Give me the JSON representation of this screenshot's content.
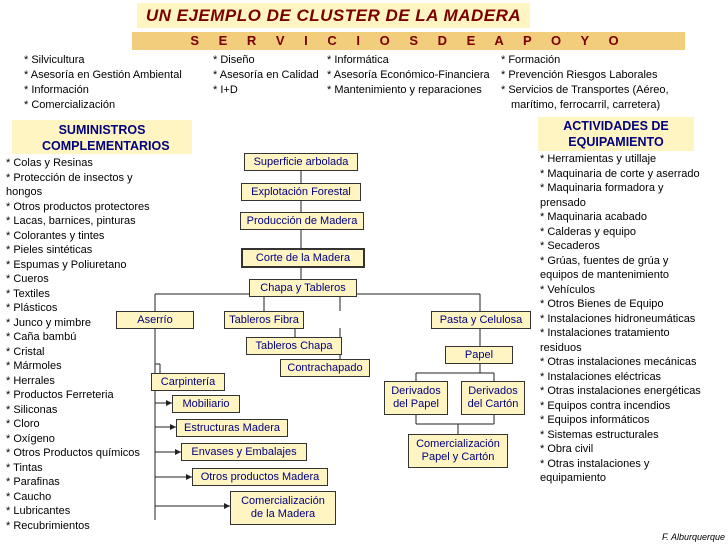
{
  "title": "UN EJEMPLO DE CLUSTER DE LA MADERA",
  "servicios_header": "S E R V I C I O S   D E   A P O Y O",
  "servicios": {
    "col1": [
      "* Silvicultura",
      "* Asesoría en Gestión Ambiental",
      "* Información",
      "* Comercialización"
    ],
    "col2": [
      "* Diseño",
      "* Asesoría en Calidad",
      "* I+D"
    ],
    "col3": [
      "* Informática",
      "* Asesoría Económico-Financiera",
      "* Mantenimiento y reparaciones"
    ],
    "col4": [
      "* Formación",
      "* Prevención Riesgos Laborales",
      "* Servicios de Transportes (Aéreo,",
      "marítimo, ferrocarril, carretera)"
    ]
  },
  "suministros": {
    "header": "SUMINISTROS COMPLEMENTARIOS",
    "items": [
      "* Colas y Resinas",
      "* Protección de insectos y",
      "hongos",
      "* Otros productos protectores",
      "* Lacas, barnices, pinturas",
      "* Colorantes y tintes",
      "* Pieles sintéticas",
      "* Espumas y Poliuretano",
      "* Cueros",
      "* Textiles",
      "* Plásticos",
      "* Junco y mimbre",
      "* Caña bambú",
      "* Cristal",
      "* Mármoles",
      "* Herrales",
      "* Productos Ferreteria",
      "* Siliconas",
      "* Cloro",
      "* Oxígeno",
      "* Otros Productos químicos",
      "* Tintas",
      "* Parafinas",
      "* Caucho",
      "* Lubricantes",
      "* Recubrimientos"
    ]
  },
  "equipamiento": {
    "header": "ACTIVIDADES DE EQUIPAMIENTO",
    "items": [
      "* Herramientas y utillaje",
      "* Maquinaria de corte y aserrado",
      "* Maquinaria formadora y",
      "prensado",
      "* Maquinaria acabado",
      "* Calderas y equipo",
      "* Secaderos",
      "* Grúas, fuentes de grúa y",
      "equipos de mantenimiento",
      "* Vehículos",
      "* Otros Bienes de Equipo",
      "* Instalaciones hidroneumáticas",
      "* Instalaciones tratamiento",
      "residuos",
      "* Otras instalaciones mecánicas",
      "* Instalaciones eléctricas",
      "* Otras instalaciones energéticas",
      "* Equipos contra incendios",
      "* Equipos informáticos",
      "* Sistemas estructurales",
      "* Obra civil",
      "* Otras instalaciones y",
      "equipamiento"
    ]
  },
  "nodes": {
    "superficie": "Superficie arbolada",
    "explotacion": "Explotación Forestal",
    "produccion": "Producción de Madera",
    "corte": "Corte de la Madera",
    "chapa_tableros": "Chapa y Tableros",
    "aserrio": "Aserrío",
    "tableros_fibra": "Tableros Fibra",
    "tableros_chapa": "Tableros Chapa",
    "contrachapado": "Contrachapado",
    "pasta": "Pasta y Celulosa",
    "papel": "Papel",
    "derivados_papel": "Derivados del Papel",
    "derivados_carton": "Derivados del Cartón",
    "comercializacion_papel": "Comercialización Papel y Cartón",
    "carpinteria": "Carpintería",
    "mobiliario": "Mobiliario",
    "estructuras": "Estructuras Madera",
    "envases": "Envases y Embalajes",
    "otros_productos": "Otros productos Madera",
    "comercializacion_madera": "Comercialización de la Madera"
  },
  "credit": "F. Alburquerque"
}
